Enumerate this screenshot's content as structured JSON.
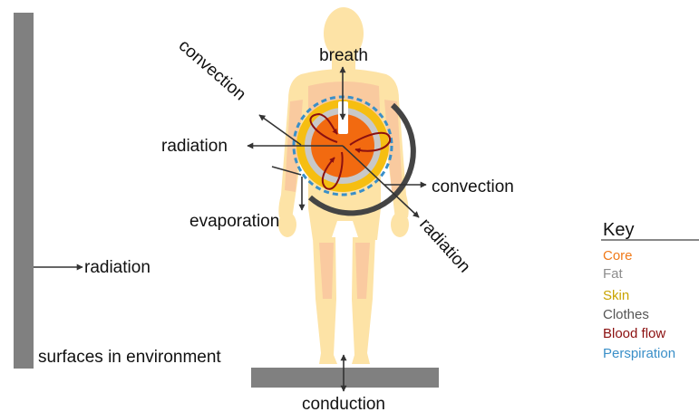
{
  "labels": {
    "breath": "breath",
    "convection_upper": "convection",
    "radiation_left": "radiation",
    "evaporation": "evaporation",
    "convection_right": "convection",
    "radiation_lower": "radiation",
    "radiation_wall": "radiation",
    "surfaces": "surfaces in environment",
    "conduction": "conduction"
  },
  "key": {
    "title": "Key",
    "items": [
      {
        "label": "Core",
        "color": "#f07a1a"
      },
      {
        "label": "Fat",
        "color": "#8c8c8c"
      },
      {
        "label": "Skin",
        "color": "#c9a400"
      },
      {
        "label": "Clothes",
        "color": "#555555"
      },
      {
        "label": "Blood flow",
        "color": "#8b1010"
      },
      {
        "label": "Perspiration",
        "color": "#3a8fc8"
      }
    ]
  },
  "colors": {
    "body_silhouette": "#fde3a6",
    "muscle_tint": "#f7b79a",
    "core": "#f26a10",
    "fat": "#c8c8c8",
    "skin": "#f6be12",
    "clothes": "#444444",
    "blood_flow": "#8b1010",
    "perspiration": "#3a8fc8",
    "surface": "#808080",
    "arrow": "#333333"
  }
}
